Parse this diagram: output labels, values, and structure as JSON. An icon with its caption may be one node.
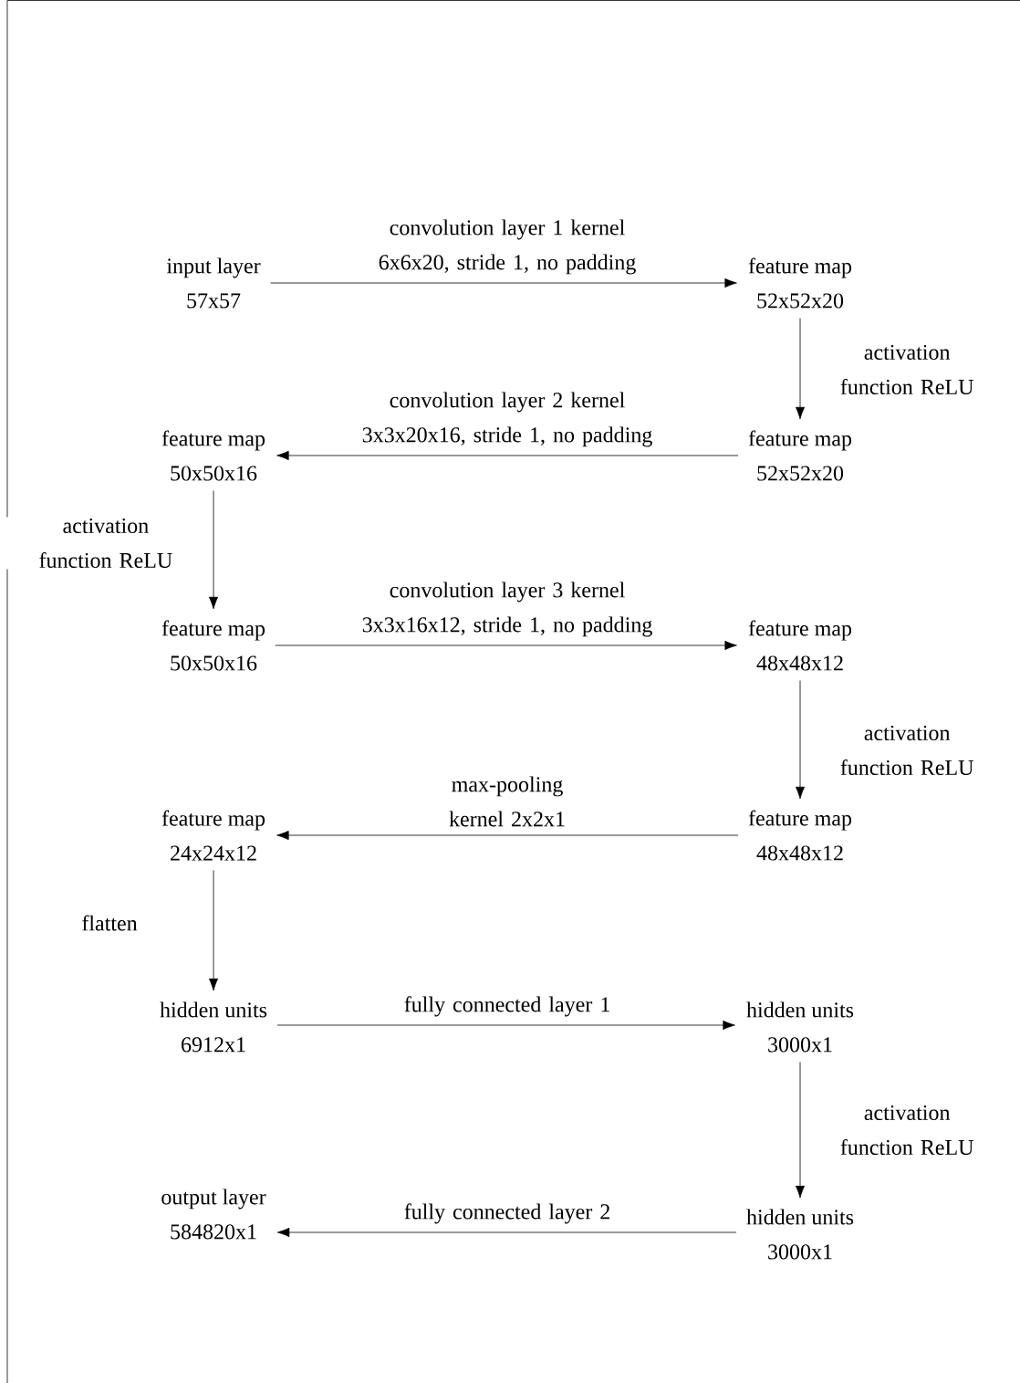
{
  "diagram": {
    "nodes": [
      {
        "text": [
          "input layer",
          "57x57"
        ]
      },
      {
        "text": [
          "feature map",
          "52x52x20"
        ]
      },
      {
        "text": [
          "feature map",
          "52x52x20"
        ]
      },
      {
        "text": [
          "feature map",
          "50x50x16"
        ]
      },
      {
        "text": [
          "feature map",
          "50x50x16"
        ]
      },
      {
        "text": [
          "feature map",
          "48x48x12"
        ]
      },
      {
        "text": [
          "feature map",
          "48x48x12"
        ]
      },
      {
        "text": [
          "feature map",
          "24x24x12"
        ]
      },
      {
        "text": [
          "hidden units",
          "6912x1"
        ]
      },
      {
        "text": [
          "hidden units",
          "3000x1"
        ]
      },
      {
        "text": [
          "output layer",
          "584820x1"
        ]
      },
      {
        "text": [
          "hidden units",
          "3000x1"
        ]
      }
    ],
    "edges": [
      {
        "from": 0,
        "to": 1,
        "arrow": "to",
        "label": "convolution layer 1 kernel 6x6x20, stride 1, no padding"
      },
      {
        "from": 1,
        "to": 2,
        "arrow": "to",
        "label": "activation function ReLU"
      },
      {
        "from": 2,
        "to": 3,
        "arrow": "to",
        "label": "convolution layer 2 kernel 3x3x20x16, stride 1, no padding"
      },
      {
        "from": 3,
        "to": 4,
        "arrow": "to",
        "label": "activation function ReLU"
      },
      {
        "from": 4,
        "to": 5,
        "arrow": "to",
        "label": "convolution layer 3 kernel 3x3x16x12, stride 1, no padding"
      },
      {
        "from": 5,
        "to": 6,
        "arrow": "to",
        "label": "activation function ReLU"
      },
      {
        "from": 6,
        "to": 7,
        "arrow": "to",
        "label": "max-pooling kernel 2x2x1"
      },
      {
        "from": 7,
        "to": 8,
        "arrow": "to",
        "label": "flatten"
      },
      {
        "from": 8,
        "to": 9,
        "arrow": "to",
        "label": "fully connected layer 1"
      },
      {
        "from": 9,
        "to": 11,
        "arrow": "to",
        "label": "activation function ReLU"
      },
      {
        "from": 11,
        "to": 10,
        "arrow": "to",
        "label": "fully connected layer 2"
      }
    ]
  }
}
